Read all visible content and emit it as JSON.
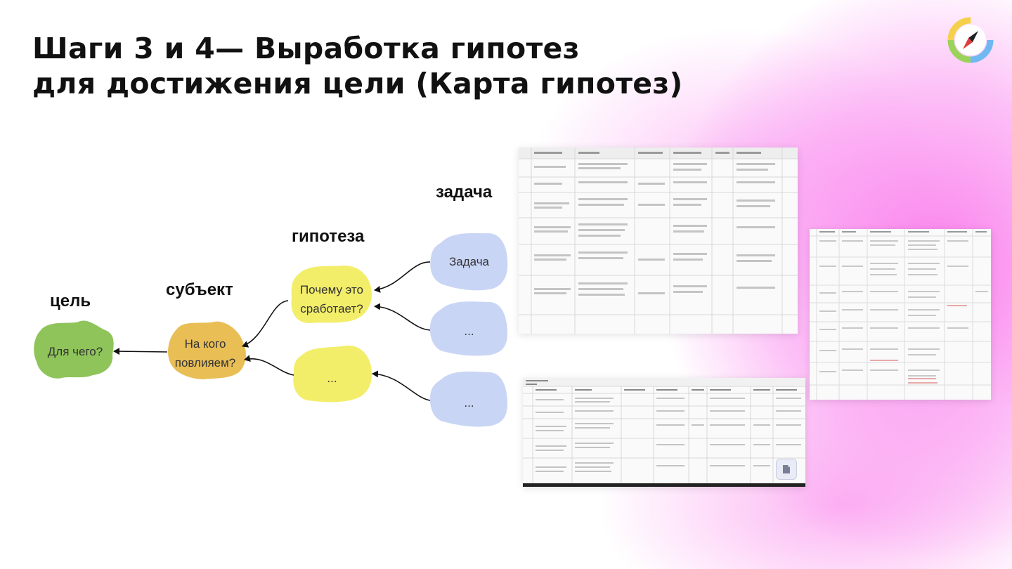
{
  "slide": {
    "title_line1": "Шаги 3 и 4— Выработка гипотез",
    "title_line2": "для достижения цели (Карта гипотез)"
  },
  "diagram": {
    "labels": {
      "goal": "цель",
      "subject": "субъект",
      "hypothesis": "гипотеза",
      "task": "задача"
    },
    "nodes": {
      "goal": "Для чего?",
      "subject_line1": "На кого",
      "subject_line2": "повлияем?",
      "hypothesis_line1": "Почему это",
      "hypothesis_line2": "сработает?",
      "hypothesis_2": "...",
      "task_1": "Задача",
      "task_2": "...",
      "task_3": "..."
    },
    "colors": {
      "goal": "#8fc45a",
      "subject": "#e8be55",
      "hypothesis": "#f3ee6a",
      "task": "#c9d5f5"
    }
  },
  "icons": {
    "logo": "compass-logo-icon",
    "file_button": "file-icon"
  }
}
